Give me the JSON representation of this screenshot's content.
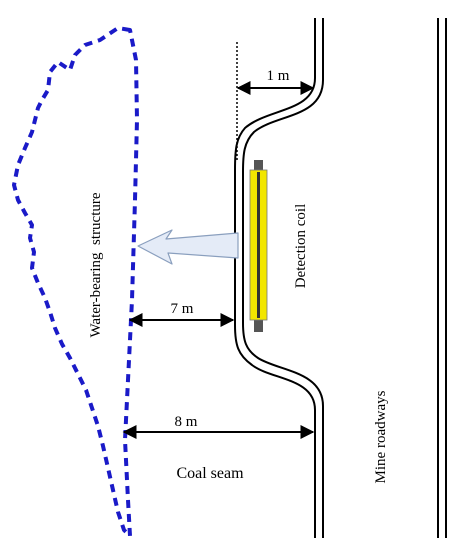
{
  "labels": {
    "water_bearing_structure": "Water-bearing  structure",
    "detection_coil": "Detection coil",
    "mine_roadways": "Mine roadways",
    "coal_seam": "Coal seam",
    "dist_1m": "1 m",
    "dist_7m": "7 m",
    "dist_8m": "8 m"
  },
  "colors": {
    "boundary": "#1a1ac8",
    "roadway": "#000000",
    "coil_body": "#f2e600",
    "coil_frame": "#555555",
    "arrow_fill": "#e4ebf7",
    "arrow_stroke": "#8a9fbe"
  }
}
